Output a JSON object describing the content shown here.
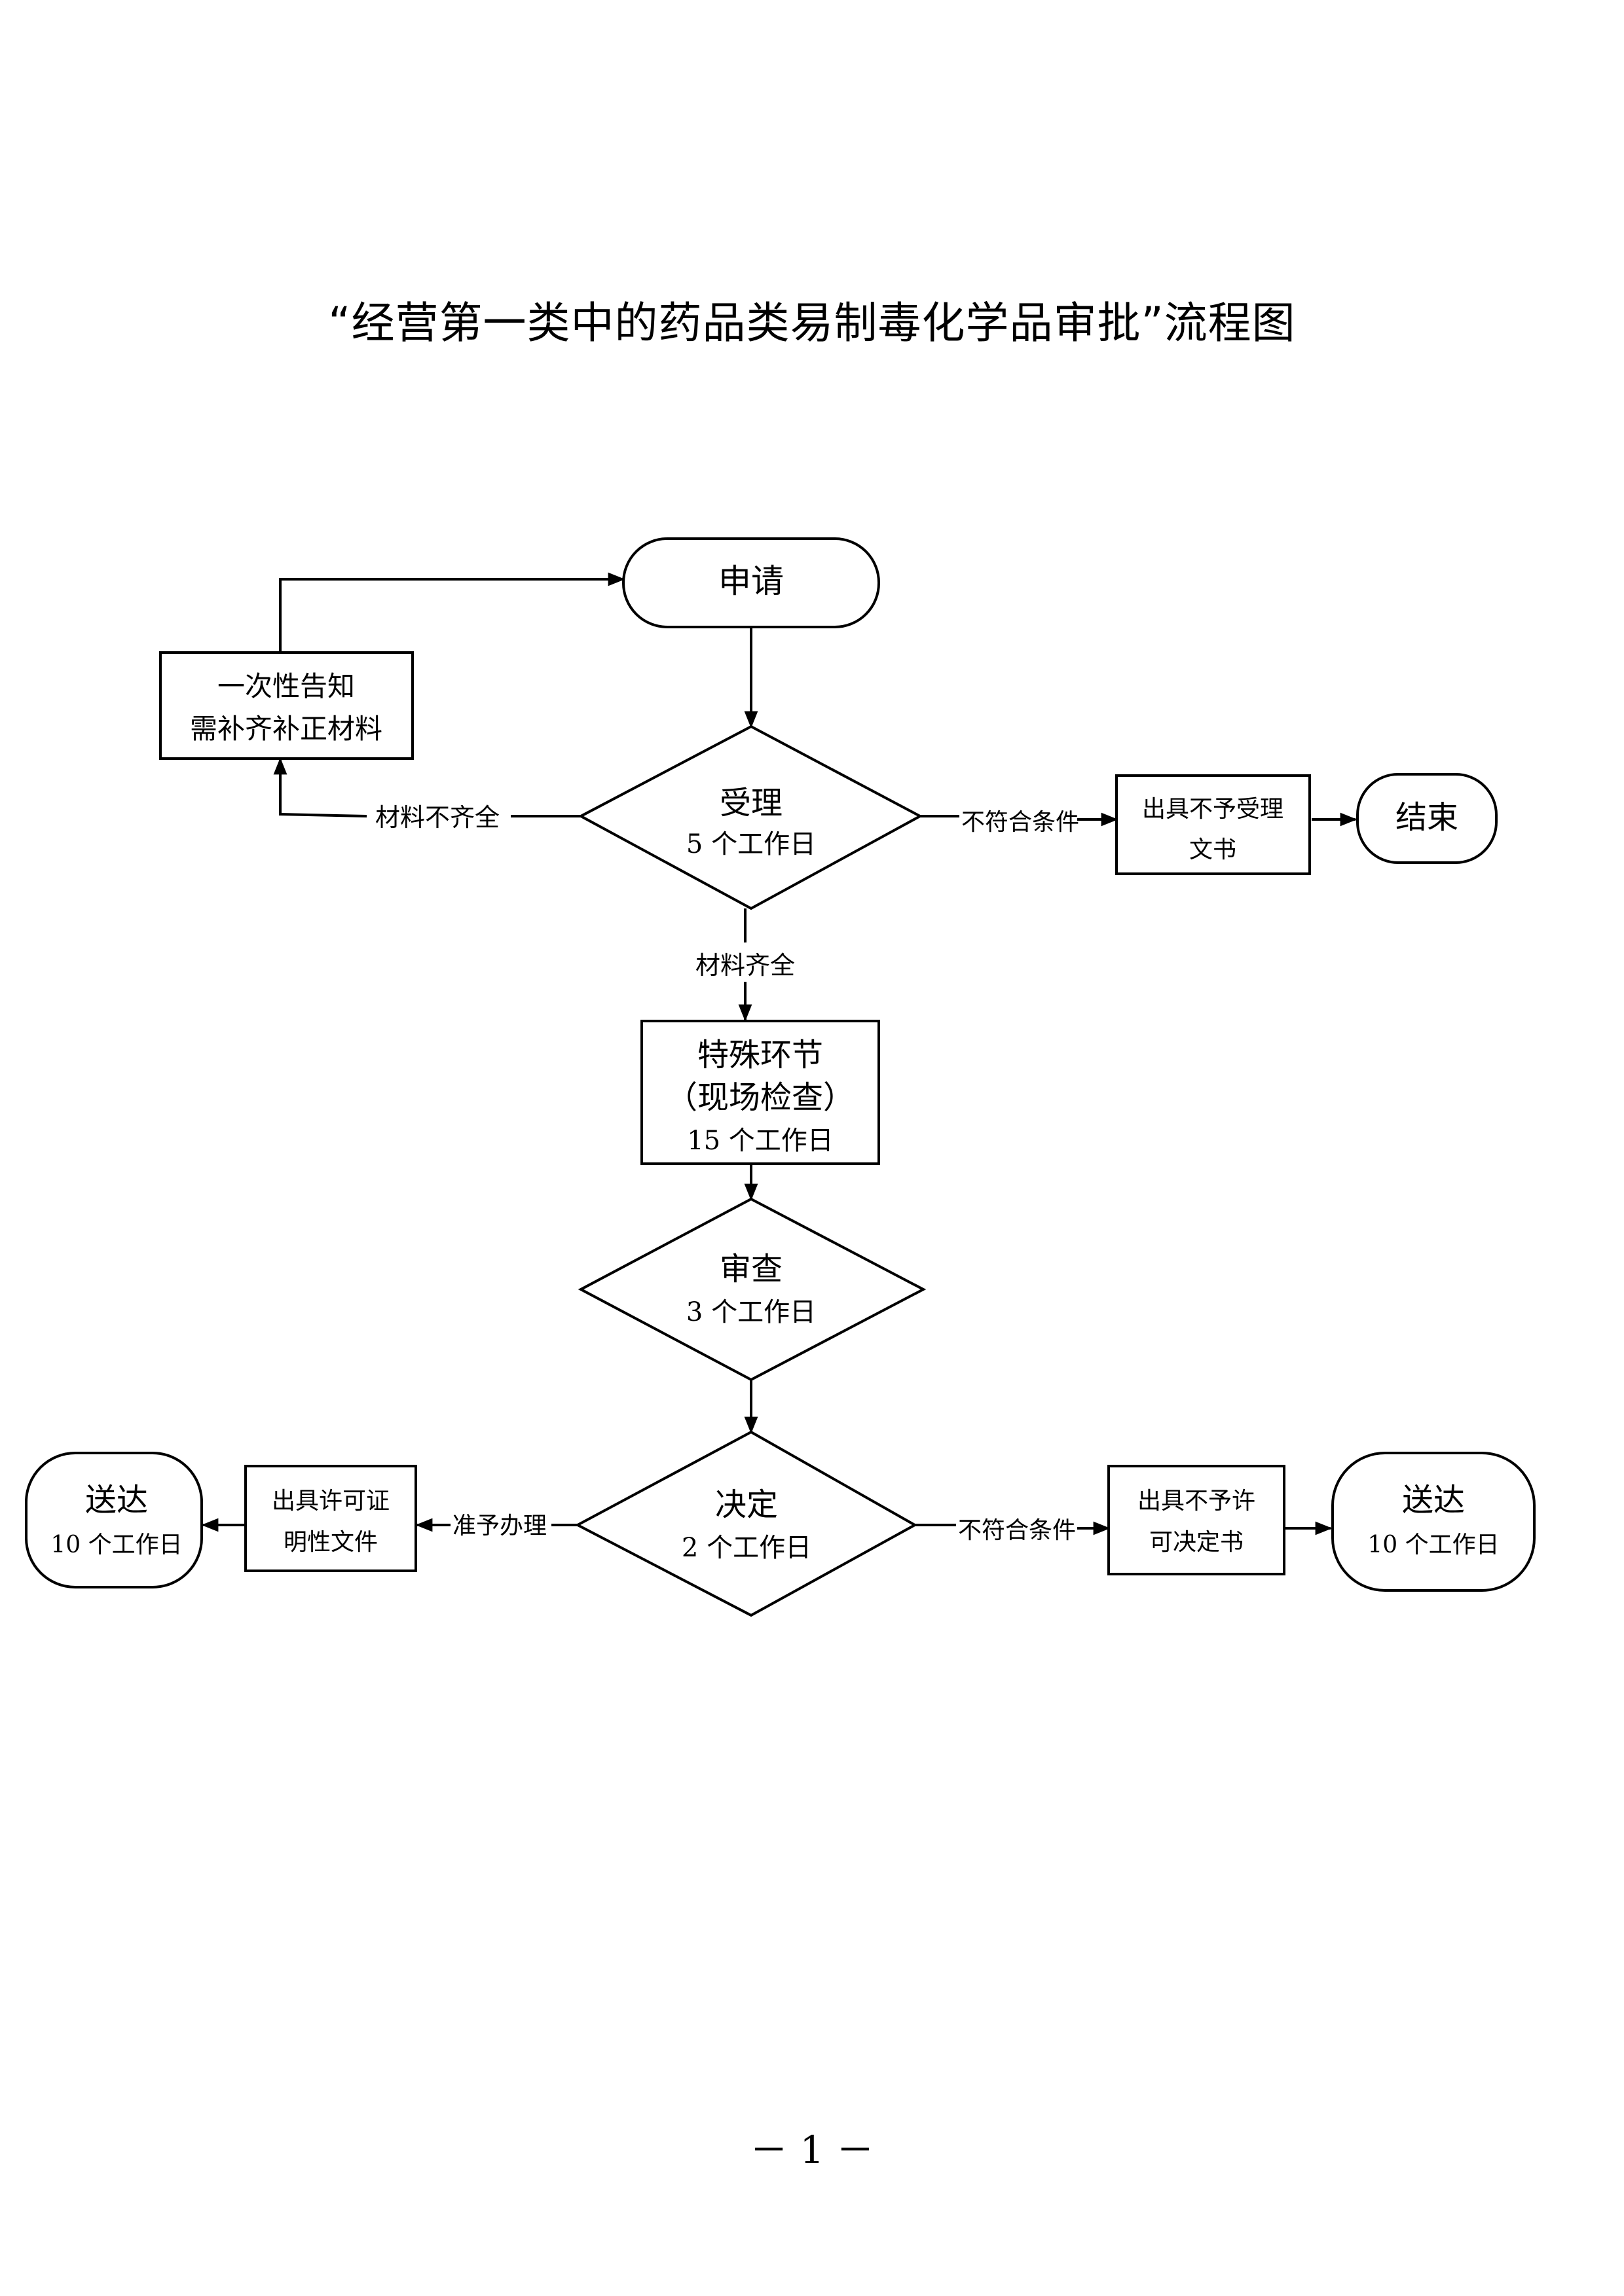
{
  "title": "“经营第一类中的药品类易制毒化学品审批”流程图",
  "nodes": {
    "apply": {
      "label": "申请"
    },
    "notice": {
      "line1": "一次性告知",
      "line2": "需补齐补正材料"
    },
    "accept": {
      "label": "受理",
      "days": "5 个工作日"
    },
    "reject_accept": {
      "line1": "出具不予受理",
      "line2": "文书"
    },
    "end": {
      "label": "结束"
    },
    "special": {
      "line1": "特殊环节",
      "line2": "（现场检查）",
      "days": "15 个工作日"
    },
    "review": {
      "label": "审查",
      "days": "3 个工作日"
    },
    "decide": {
      "label": "决定",
      "days": "2 个工作日"
    },
    "permit_doc": {
      "line1": "出具许可证",
      "line2": "明性文件"
    },
    "deliver_left": {
      "label": "送达",
      "days": "10 个工作日"
    },
    "deny_doc": {
      "line1": "出具不予许",
      "line2": "可决定书"
    },
    "deliver_right": {
      "label": "送达",
      "days": "10 个工作日"
    }
  },
  "edges": {
    "incomplete": "材料不齐全",
    "complete": "材料齐全",
    "not_qualified_1": "不符合条件",
    "approved": "准予办理",
    "not_qualified_2": "不符合条件"
  },
  "page_number": "－ 1 －"
}
